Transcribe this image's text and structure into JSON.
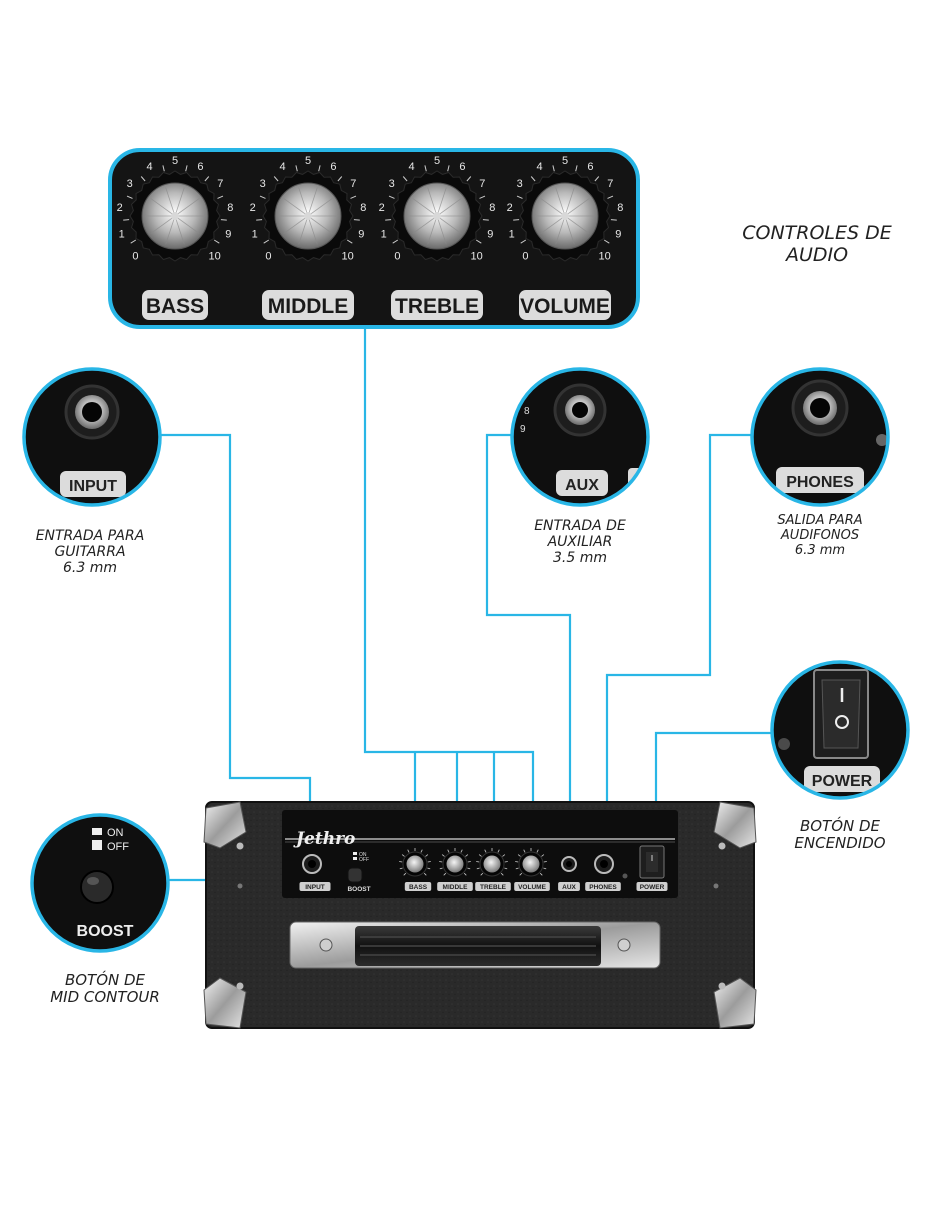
{
  "colors": {
    "accent": "#29b6e6",
    "panel": "#141414",
    "label_bg": "#dcdcdc"
  },
  "knobs_panel": {
    "labels": [
      "BASS",
      "MIDDLE",
      "TREBLE",
      "VOLUME"
    ],
    "scale": [
      "0",
      "1",
      "2",
      "3",
      "4",
      "5",
      "6",
      "7",
      "8",
      "9",
      "10"
    ]
  },
  "callouts": {
    "input": "INPUT",
    "aux": "AUX",
    "phones": "PHONES",
    "power": "POWER",
    "boost": "BOOST",
    "boost_on": "ON",
    "boost_off": "OFF",
    "aux_scale": [
      "8",
      "9"
    ]
  },
  "captions": {
    "audio": [
      "CONTROLES DE",
      "AUDIO"
    ],
    "input": [
      "ENTRADA PARA",
      "GUITARRA",
      "6.3 mm"
    ],
    "aux": [
      "ENTRADA DE",
      "AUXILIAR",
      "3.5 mm"
    ],
    "phones": [
      "SALIDA PARA",
      "AUDIFONOS",
      "6.3 mm"
    ],
    "power": [
      "BOTÓN DE",
      "ENCENDIDO"
    ],
    "boost": [
      "BOTÓN DE",
      "MID CONTOUR"
    ]
  },
  "amp": {
    "brand": "Jethro",
    "labels": [
      "INPUT",
      "BOOST",
      "BASS",
      "MIDDLE",
      "TREBLE",
      "VOLUME",
      "AUX",
      "PHONES",
      "POWER"
    ],
    "boost_on": "ON",
    "boost_off": "OFF"
  }
}
